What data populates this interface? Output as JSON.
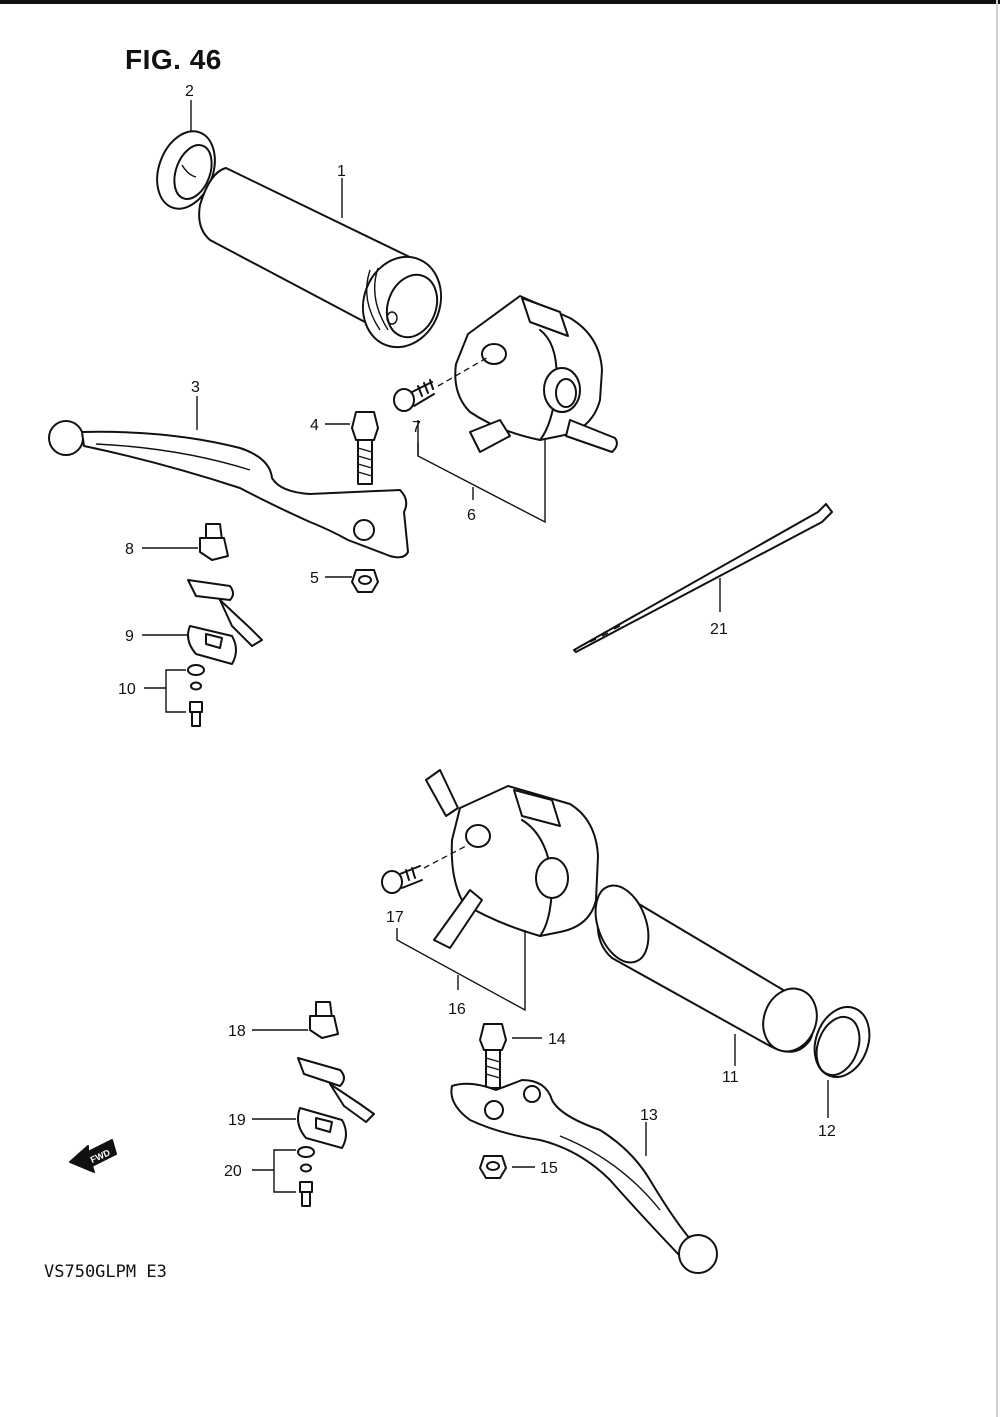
{
  "figure": {
    "title": "FIG. 46",
    "model": "VS750GLPM E3",
    "fwd_arrow_label": "FWD"
  },
  "callouts": [
    "1",
    "2",
    "3",
    "4",
    "5",
    "6",
    "7",
    "8",
    "9",
    "10",
    "11",
    "12",
    "13",
    "14",
    "15",
    "16",
    "17",
    "18",
    "19",
    "20",
    "21"
  ]
}
